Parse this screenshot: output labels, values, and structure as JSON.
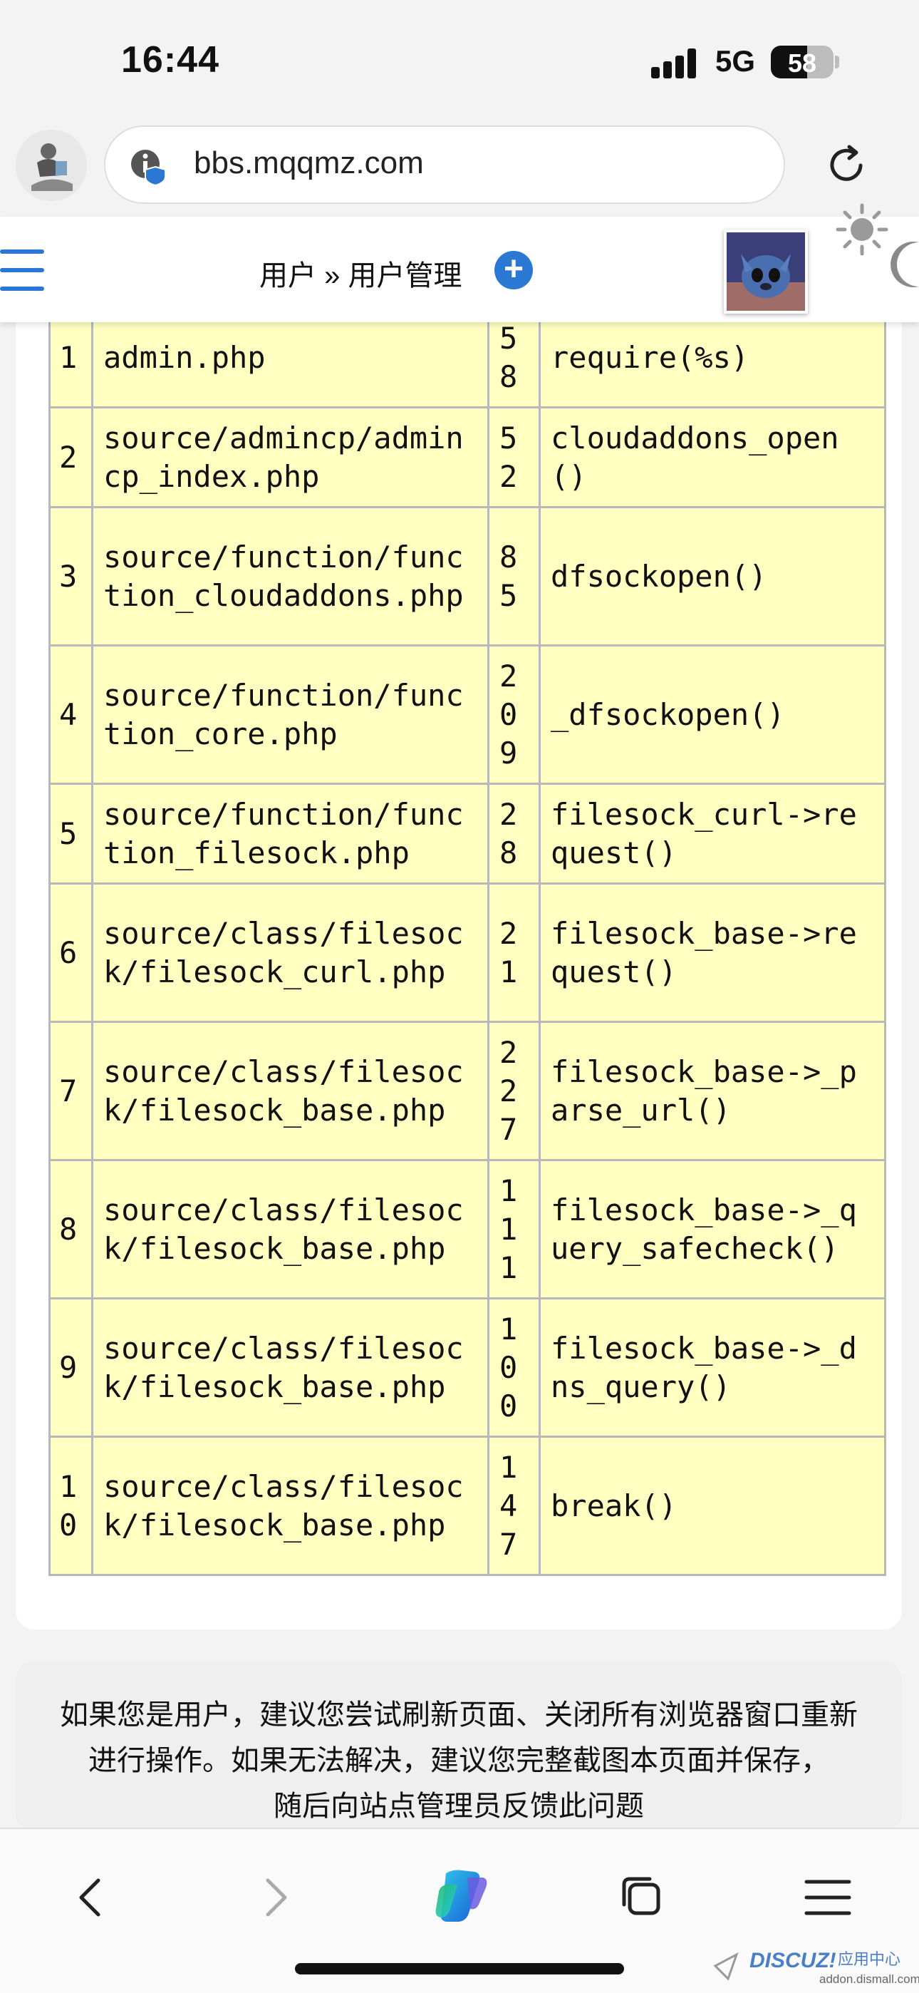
{
  "status_bar": {
    "time": "16:44",
    "network": "5G",
    "battery": "58",
    "battery_level": 0.58
  },
  "browser": {
    "url": "bbs.mqqmz.com"
  },
  "header": {
    "breadcrumb": "用户 » 用户管理"
  },
  "trace_rows": [
    {
      "no": "1",
      "file": "admin.php",
      "line": "58",
      "func": "require(%s)"
    },
    {
      "no": "2",
      "file": "source/admincp/admincp_index.php",
      "line": "52",
      "func": "cloudaddons_open()"
    },
    {
      "no": "3",
      "file": "source/function/function_cloudaddons.php",
      "line": "85",
      "func": "dfsockopen()"
    },
    {
      "no": "4",
      "file": "source/function/function_core.php",
      "line": "209",
      "func": "_dfsockopen()"
    },
    {
      "no": "5",
      "file": "source/function/function_filesock.php",
      "line": "28",
      "func": "filesock_curl->request()"
    },
    {
      "no": "6",
      "file": "source/class/filesock/filesock_curl.php",
      "line": "21",
      "func": "filesock_base->request()"
    },
    {
      "no": "7",
      "file": "source/class/filesock/filesock_base.php",
      "line": "227",
      "func": "filesock_base->_parse_url()"
    },
    {
      "no": "8",
      "file": "source/class/filesock/filesock_base.php",
      "line": "111",
      "func": "filesock_base->_query_safecheck()"
    },
    {
      "no": "9",
      "file": "source/class/filesock/filesock_base.php",
      "line": "100",
      "func": "filesock_base->_dns_query()"
    },
    {
      "no": "10",
      "file": "source/class/filesock/filesock_base.php",
      "line": "147",
      "func": "break()"
    }
  ],
  "notice": {
    "line1": "如果您是用户，建议您尝试刷新页面、关闭所有浏览器窗口重新进行操作。如果无法解决，建议您完整截图本页面并保存，",
    "line2": "随后向站点管理员反馈此问题"
  },
  "watermark": {
    "brand": "DISCUZ!",
    "sub": "应用中心",
    "url": "addon.dismall.com"
  },
  "icons": {
    "info": "info-shield-icon",
    "reload": "reload-icon",
    "menu": "hamburger-menu-icon",
    "add": "plus-circle-icon",
    "theme_light": "sun-icon",
    "theme_dark": "moon-icon",
    "back": "chevron-left-icon",
    "forward": "chevron-right-icon",
    "copilot": "copilot-icon",
    "tabs": "tabs-icon",
    "more": "hamburger-icon"
  },
  "colors": {
    "accent": "#2a78d4",
    "table_bg": "#ffffc2",
    "table_border": "#b8b8b8"
  }
}
